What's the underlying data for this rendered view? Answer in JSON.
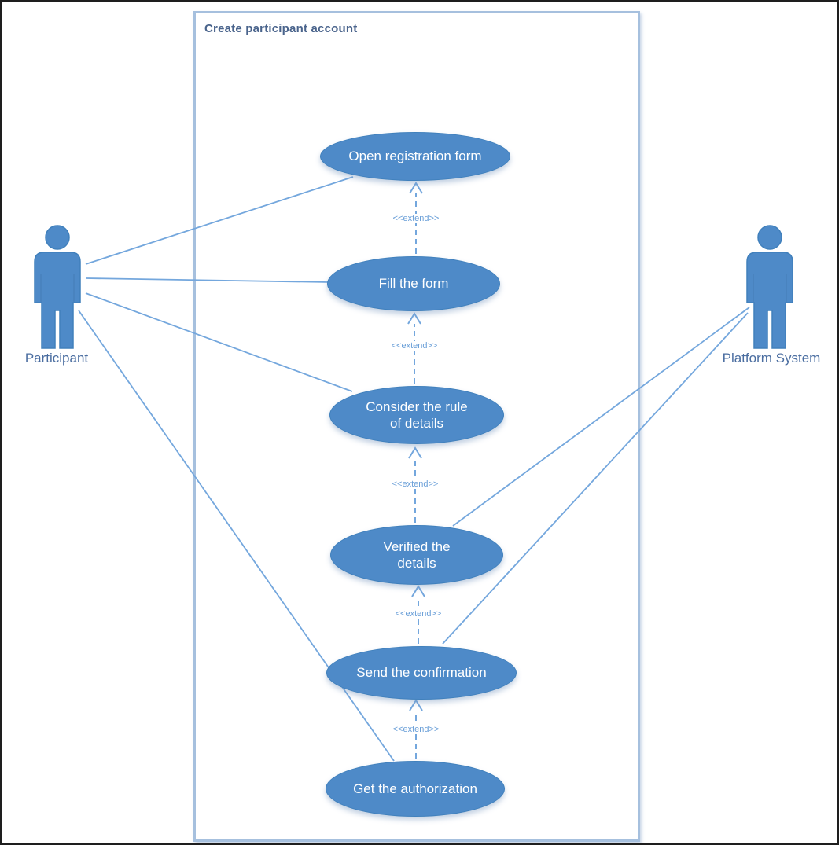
{
  "diagram": {
    "type": "uml-use-case",
    "system_boundary": {
      "title": "Create participant account"
    },
    "actors": [
      {
        "id": "participant",
        "label": "Participant",
        "side": "left"
      },
      {
        "id": "platform-system",
        "label": "Platform System",
        "side": "right"
      }
    ],
    "use_cases": [
      {
        "id": "open-registration-form",
        "label": "Open registration form"
      },
      {
        "id": "fill-the-form",
        "label": "Fill the form"
      },
      {
        "id": "consider-the-rule-of-details",
        "label": "Consider the rule of details"
      },
      {
        "id": "verified-the-details",
        "label": "Verified the details"
      },
      {
        "id": "send-the-confirmation",
        "label": "Send the confirmation"
      },
      {
        "id": "get-the-authorization",
        "label": "Get the authorization"
      }
    ],
    "extend_connectors": [
      {
        "from": "Fill the form",
        "to": "Open registration form",
        "label": "<<extend>>"
      },
      {
        "from": "Consider the rule of details",
        "to": "Fill the form",
        "label": "<<extend>>"
      },
      {
        "from": "Verified the details",
        "to": "Consider the rule of details",
        "label": "<<extend>>"
      },
      {
        "from": "Send the confirmation",
        "to": "Verified the details",
        "label": "<<extend>>"
      },
      {
        "from": "Get the authorization",
        "to": "Send the confirmation",
        "label": "<<extend>>"
      }
    ],
    "associations": [
      {
        "from": "Participant",
        "to": "Open registration form"
      },
      {
        "from": "Participant",
        "to": "Fill the form"
      },
      {
        "from": "Participant",
        "to": "Consider the rule of details"
      },
      {
        "from": "Participant",
        "to": "Get the authorization"
      },
      {
        "from": "Platform System",
        "to": "Verified the details"
      },
      {
        "from": "Platform System",
        "to": "Send the confirmation"
      }
    ],
    "colors": {
      "shape_fill": "#4e8ac8",
      "shape_border": "#4080bc",
      "connector": "#74a7dd",
      "boundary_border": "#a6c0de",
      "title_text": "#4a648c",
      "actor_label_text": "#4a6da0",
      "use_case_text": "#ffffff",
      "extend_label_text": "#6a9fd8"
    }
  }
}
